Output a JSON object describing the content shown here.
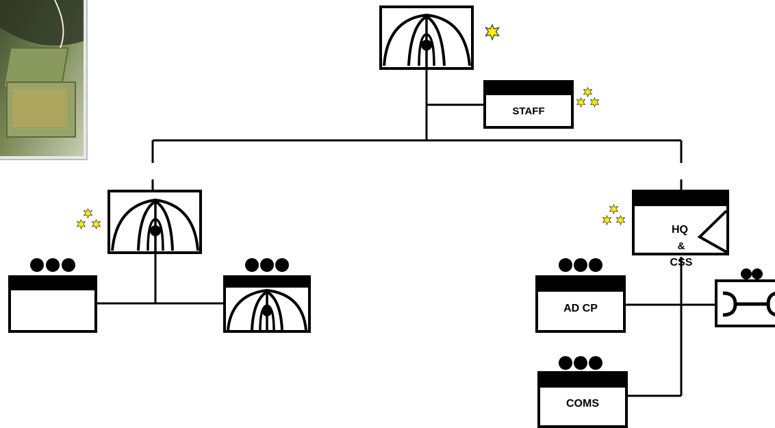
{
  "units": {
    "staff": {
      "label": "STAFF"
    },
    "hq_css": {
      "line1": "HQ",
      "line2": "&",
      "line3": "CSS"
    },
    "ad_cp": {
      "label": "AD CP"
    },
    "coms": {
      "label": "COMS"
    }
  },
  "icons": {
    "photo": "equipment-photo",
    "rank_star": "yellow-star-icon",
    "unit_size_dot": "black-dot-icon",
    "radar_dome": "radar-dome-icon",
    "maintenance": "wrench-icon",
    "support_flag": "support-pennant-icon"
  },
  "colors": {
    "line": "#000000",
    "star_fill": "#ffee00",
    "star_outline": "#444444",
    "photo_tone": "#6f7d4a"
  }
}
